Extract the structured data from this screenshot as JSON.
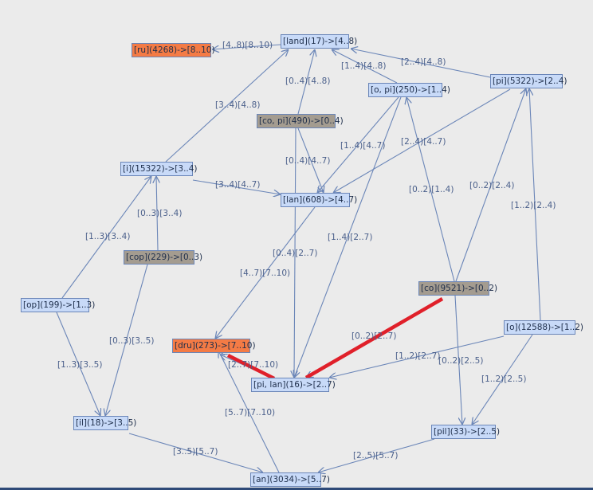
{
  "nodes": {
    "land": {
      "label": "[land](17)->[4..8)",
      "style": "normal"
    },
    "ru": {
      "label": "[ru](4268)->[8..10)",
      "style": "orange"
    },
    "opi": {
      "label": "[o, pi](250)->[1..4)",
      "style": "normal"
    },
    "pi": {
      "label": "[pi](5322)->[2..4)",
      "style": "normal"
    },
    "copi": {
      "label": "[co, pi](490)->[0..4)",
      "style": "gray"
    },
    "i": {
      "label": "[i](15322)->[3..4)",
      "style": "normal"
    },
    "lan": {
      "label": "[lan](608)->[4..7)",
      "style": "normal"
    },
    "cop": {
      "label": "[cop](229)->[0..3)",
      "style": "gray"
    },
    "op": {
      "label": "[op](199)->[1..3)",
      "style": "normal"
    },
    "co": {
      "label": "[co](9521)->[0..2)",
      "style": "gray"
    },
    "o": {
      "label": "[o](12588)->[1..2)",
      "style": "normal"
    },
    "dru": {
      "label": "[dru](273)->[7..10)",
      "style": "orange"
    },
    "pilan": {
      "label": "[pi, lan](16)->[2..7)",
      "style": "normal"
    },
    "il": {
      "label": "[il](18)->[3..5)",
      "style": "normal"
    },
    "pil": {
      "label": "[pil](33)->[2..5)",
      "style": "normal"
    },
    "an": {
      "label": "[an](3034)->[5..7)",
      "style": "normal"
    }
  },
  "edges": [
    {
      "from": "land",
      "to": "ru",
      "label": "[4..8)[8..10)"
    },
    {
      "from": "opi",
      "to": "land",
      "label": "[1..4)[4..8)"
    },
    {
      "from": "pi",
      "to": "land",
      "label": "[2..4)[4..8)"
    },
    {
      "from": "copi",
      "to": "land",
      "label": "[0..4)[4..8)"
    },
    {
      "from": "i",
      "to": "land",
      "label": "[3..4)[4..8)"
    },
    {
      "from": "copi",
      "to": "lan",
      "label": "[0..4)[4..7)"
    },
    {
      "from": "opi",
      "to": "lan",
      "label": "[1..4)[4..7)"
    },
    {
      "from": "pi",
      "to": "lan",
      "label": "[2..4)[4..7)"
    },
    {
      "from": "i",
      "to": "lan",
      "label": "[3..4)[4..7)"
    },
    {
      "from": "cop",
      "to": "i",
      "label": "[0..3)[3..4)"
    },
    {
      "from": "op",
      "to": "i",
      "label": "[1..3)[3..4)"
    },
    {
      "from": "co",
      "to": "opi",
      "label": "[0..2)[1..4)"
    },
    {
      "from": "co",
      "to": "pi",
      "label": "[0..2)[2..4)"
    },
    {
      "from": "o",
      "to": "pi",
      "label": "[1..2)[2..4)"
    },
    {
      "from": "lan",
      "to": "dru",
      "label": "[4..7)[7..10)"
    },
    {
      "from": "copi",
      "to": "pilan",
      "label": "[0..4)[2..7)"
    },
    {
      "from": "opi",
      "to": "pilan",
      "label": "[1..4)[2..7)"
    },
    {
      "from": "co",
      "to": "pilan",
      "label": "[0..2)[2..7)",
      "highlight": true
    },
    {
      "from": "o",
      "to": "pilan",
      "label": "[1..2)[2..7)"
    },
    {
      "from": "pilan",
      "to": "dru",
      "label": "[2..7)[7..10)",
      "highlight": true
    },
    {
      "from": "cop",
      "to": "il",
      "label": "[0..3)[3..5)"
    },
    {
      "from": "op",
      "to": "il",
      "label": "[1..3)[3..5)"
    },
    {
      "from": "co",
      "to": "pil",
      "label": "[0..2)[2..5)"
    },
    {
      "from": "o",
      "to": "pil",
      "label": "[1..2)[2..5)"
    },
    {
      "from": "il",
      "to": "an",
      "label": "[3..5)[5..7)"
    },
    {
      "from": "pil",
      "to": "an",
      "label": "[2..5)[5..7)"
    },
    {
      "from": "an",
      "to": "dru",
      "label": "[5..7)[7..10)"
    }
  ],
  "colors": {
    "background": "#ebebeb",
    "edge": "#6b86b8",
    "highlight_edge": "#e0202a",
    "node_normal": "#c8daf8",
    "node_gray": "#a49c90",
    "node_orange": "#f47b45"
  }
}
